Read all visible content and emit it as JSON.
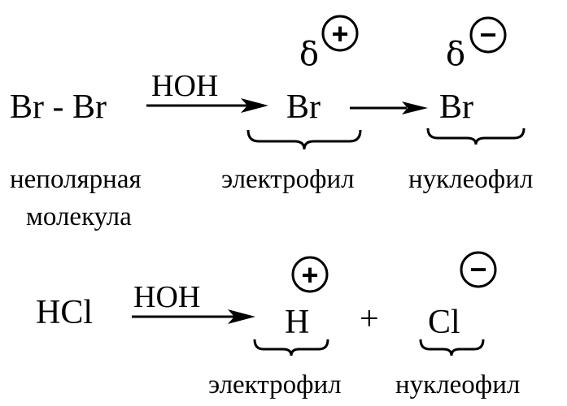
{
  "reaction1": {
    "reactant": "Br - Br",
    "reagent": "HOH",
    "product1": "Br",
    "product2": "Br",
    "delta1": "δ",
    "delta2": "δ",
    "charge1": "+",
    "charge2": "−",
    "reactant_label_line1": "неполярная",
    "reactant_label_line2": "молекула",
    "product1_label": "электрофил",
    "product2_label": "нуклеофил"
  },
  "reaction2": {
    "reactant": "HCl",
    "reagent": "HOH",
    "product1": "H",
    "operator": "+",
    "product2": "Cl",
    "charge1": "+",
    "charge2": "−",
    "product1_label": "электрофил",
    "product2_label": "нуклеофил"
  }
}
